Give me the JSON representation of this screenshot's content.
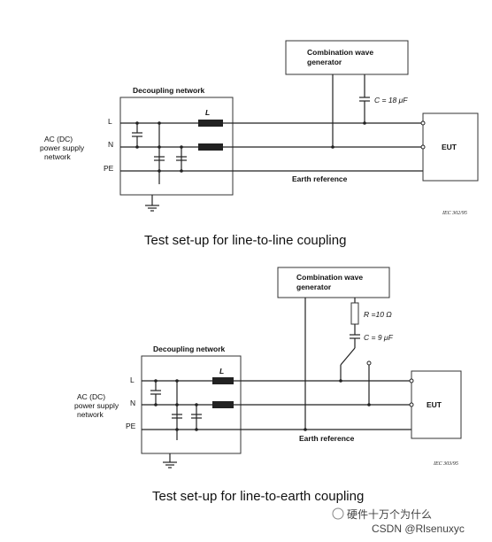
{
  "diagram1": {
    "generator_label_line1": "Combination wave",
    "generator_label_line2": "generator",
    "decoupling_label": "Decoupling network",
    "line_L": "L",
    "line_N": "N",
    "line_PE": "PE",
    "inductor_label": "L",
    "capacitor_label": "C = 18 μF",
    "source_line1": "AC (DC)",
    "source_line2": "power supply",
    "source_line3": "network",
    "eut_label": "EUT",
    "earth_label": "Earth reference",
    "ref_code": "IEC  302/95",
    "caption": "Test set-up for line-to-line coupling"
  },
  "diagram2": {
    "generator_label_line1": "Combination wave",
    "generator_label_line2": "generator",
    "decoupling_label": "Decoupling network",
    "line_L": "L",
    "line_N": "N",
    "line_PE": "PE",
    "inductor_label": "L",
    "resistor_label": "R =10 Ω",
    "capacitor_label": "C = 9 μF",
    "source_line1": "AC (DC)",
    "source_line2": "power supply",
    "source_line3": "network",
    "eut_label": "EUT",
    "earth_label": "Earth reference",
    "ref_code": "IEC  303/95",
    "caption": "Test set-up for line-to-earth coupling"
  },
  "watermark": {
    "channel": "硬件十万个为什么",
    "credit": "CSDN @Rlsenuxyc"
  }
}
